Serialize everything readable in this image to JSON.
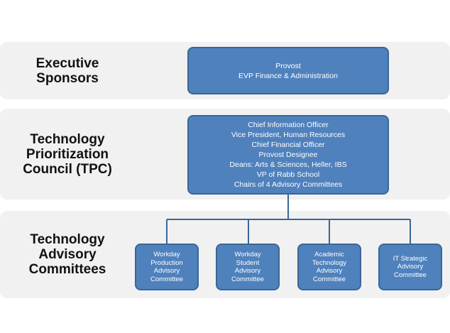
{
  "tiers": [
    {
      "label": "Executive\nSponsors"
    },
    {
      "label": "Technology\nPrioritization\nCouncil (TPC)"
    },
    {
      "label": "Technology\nAdvisory\nCommittees"
    }
  ],
  "executive_box": {
    "lines": [
      "Provost",
      "EVP Finance & Administration"
    ]
  },
  "tpc_box": {
    "lines": [
      "Chief Information Officer",
      "Vice President, Human Resources",
      "Chief Financial Officer",
      "Provost Designee",
      "Deans: Arts & Sciences, Heller, IBS",
      "VP of Rabb School",
      "Chairs of 4 Advisory Committees"
    ]
  },
  "committees": [
    {
      "label": "Workday\nProduction\nAdvisory\nCommittee"
    },
    {
      "label": "Workday\nStudent\nAdvisory\nCommittee"
    },
    {
      "label": "Academic\nTechnology\nAdvisory\nCommittee"
    },
    {
      "label": "IT Strategic\nAdvisory\nCommittee"
    }
  ],
  "colors": {
    "box_fill": "#4f81bd",
    "box_border": "#3a6698",
    "band": "#f1f1f1",
    "connector": "#3a6698"
  }
}
